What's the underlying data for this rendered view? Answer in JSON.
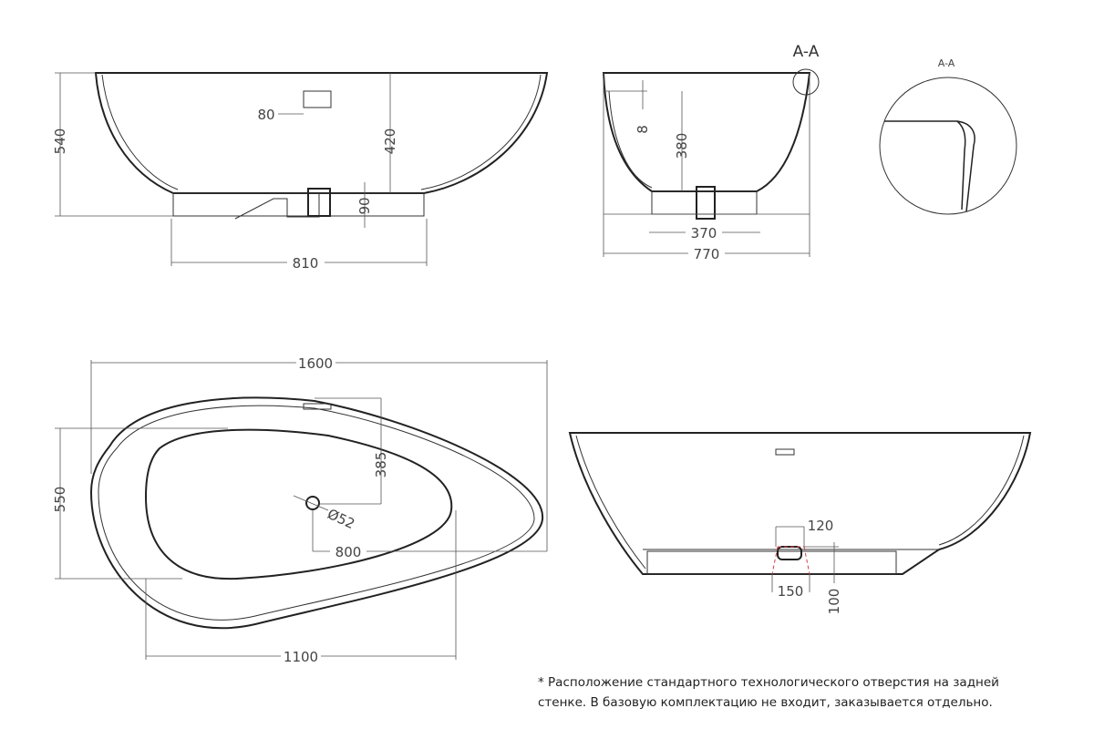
{
  "front_view": {
    "height_total": "540",
    "inner_depth": "420",
    "overflow_offset": "80",
    "base_height": "90",
    "base_width": "810"
  },
  "side_view": {
    "rim_offset": "8",
    "depth": "380",
    "base_width": "370",
    "width": "770",
    "section_label": "A-A"
  },
  "detail_view": {
    "section_label": "A-A"
  },
  "top_view": {
    "length": "1600",
    "width": "550",
    "drain_offset_y": "385",
    "drain_diameter": "Ø52",
    "drain_offset_x": "800",
    "basin_length": "1100"
  },
  "back_view": {
    "hole_width": "120",
    "cutout_width": "150",
    "cutout_height": "100"
  },
  "footnote": {
    "line1": "* Расположение стандартного технологического отверстия на задней",
    "line2": "стенке. В базовую комплектацию не входит, заказывается отдельно."
  }
}
